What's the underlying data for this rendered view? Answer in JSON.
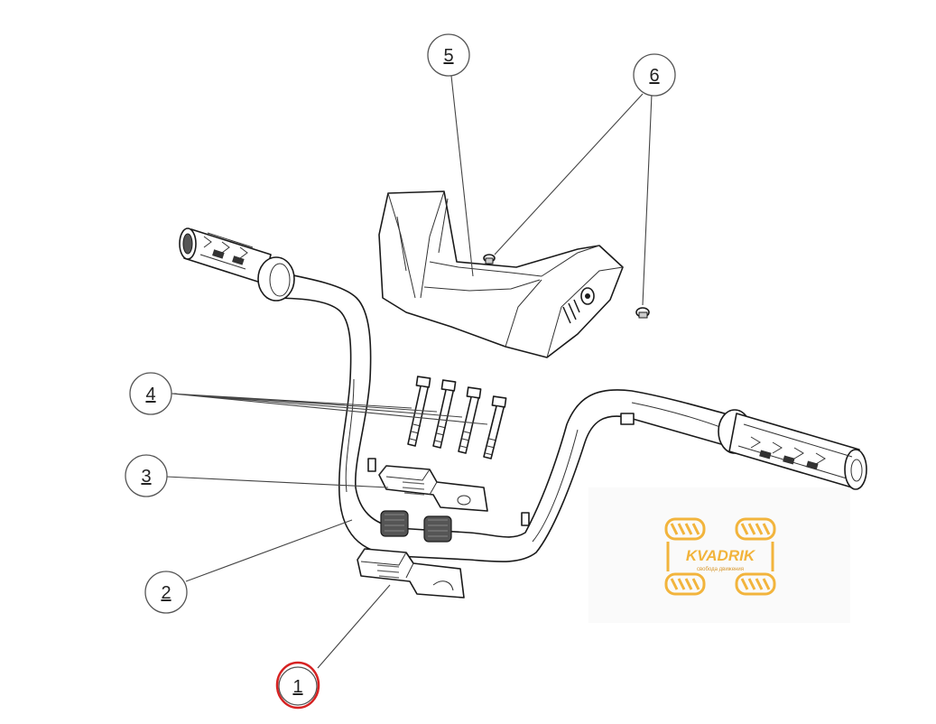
{
  "callouts": [
    {
      "id": "1",
      "label": "1",
      "highlighted": true
    },
    {
      "id": "2",
      "label": "2",
      "highlighted": false
    },
    {
      "id": "3",
      "label": "3",
      "highlighted": false
    },
    {
      "id": "4",
      "label": "4",
      "highlighted": false
    },
    {
      "id": "5",
      "label": "5",
      "highlighted": false
    },
    {
      "id": "6",
      "label": "6",
      "highlighted": false
    }
  ],
  "watermark": {
    "brand": "KVADRIK",
    "tagline": "свобода движения"
  },
  "colors": {
    "highlight_ring": "#d62222",
    "watermark": "#f2b43c",
    "line": "#1a1a1a"
  }
}
